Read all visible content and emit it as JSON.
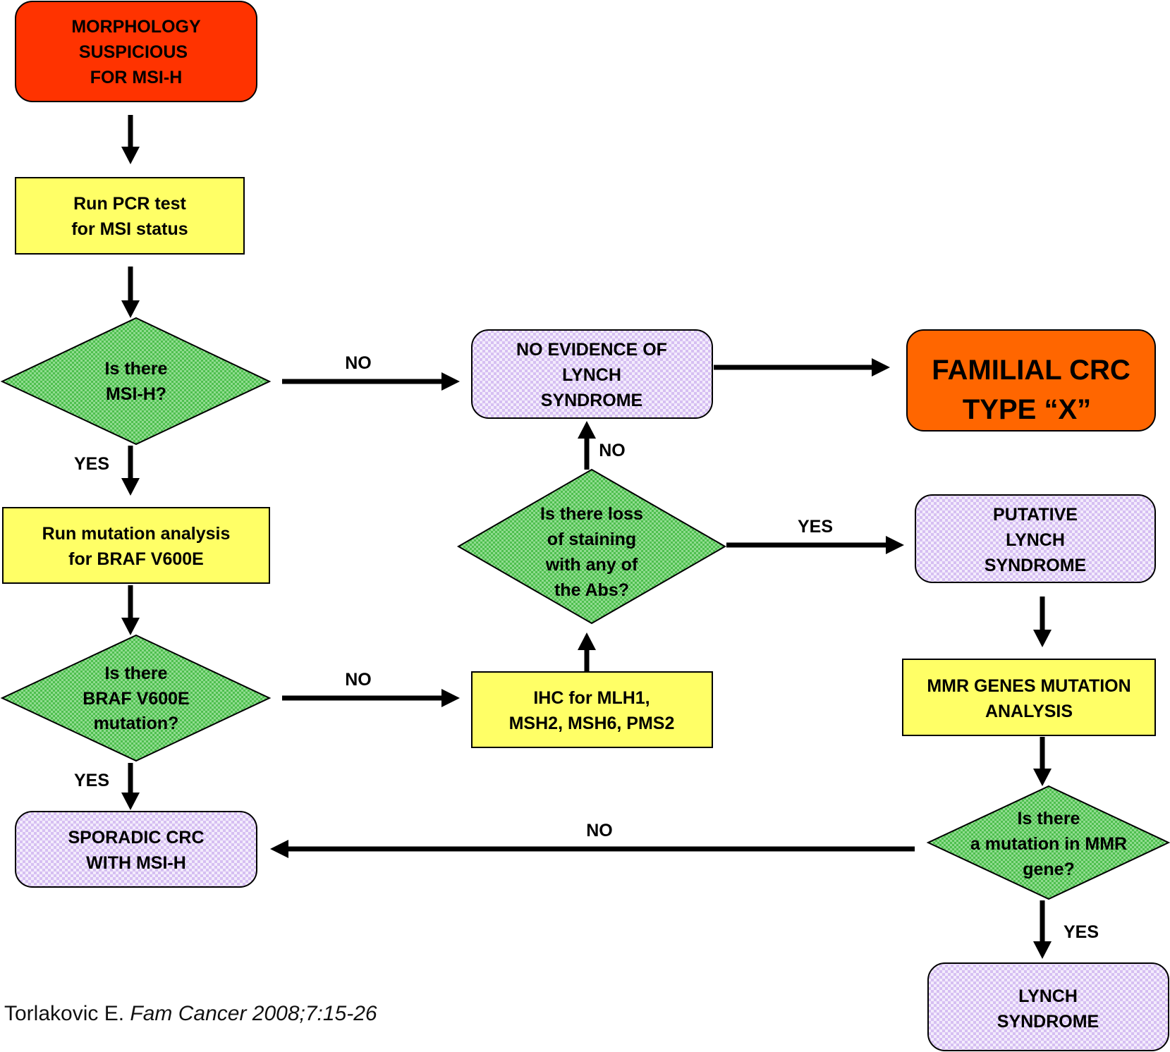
{
  "colors": {
    "start": "#ff3300",
    "process": "#ffff66",
    "decision": "#66cc66",
    "terminal": "#ccaaee",
    "familial": "#ff6600",
    "arrow": "#000000"
  },
  "nodes": {
    "start": {
      "lines": [
        "MORPHOLOGY",
        "SUSPICIOUS",
        "FOR MSI-H"
      ]
    },
    "pcr": {
      "lines": [
        "Run PCR test",
        "for MSI status"
      ]
    },
    "msih_q": {
      "lines": [
        "Is there",
        "MSI-H?"
      ]
    },
    "braf_run": {
      "lines": [
        "Run mutation analysis",
        "for BRAF V600E"
      ]
    },
    "braf_q": {
      "lines": [
        "Is there",
        "BRAF V600E",
        "mutation?"
      ]
    },
    "sporadic": {
      "lines": [
        "SPORADIC CRC",
        "WITH MSI-H"
      ]
    },
    "no_lynch": {
      "lines": [
        "NO EVIDENCE OF",
        "LYNCH",
        "SYNDROME"
      ]
    },
    "familial": {
      "lines": [
        "FAMILIAL CRC",
        "TYPE “X”"
      ]
    },
    "loss_q": {
      "lines": [
        "Is there loss",
        "of staining",
        "with any of",
        "the Abs?"
      ]
    },
    "ihc": {
      "lines": [
        "IHC for MLH1,",
        "MSH2, MSH6, PMS2"
      ]
    },
    "putative": {
      "lines": [
        "PUTATIVE",
        "LYNCH",
        "SYNDROME"
      ]
    },
    "mmr": {
      "lines": [
        "MMR GENES MUTATION",
        "ANALYSIS"
      ]
    },
    "mmr_q": {
      "lines": [
        "Is there",
        "a mutation in MMR",
        "gene?"
      ]
    },
    "lynch": {
      "lines": [
        "LYNCH",
        "SYNDROME"
      ]
    }
  },
  "edge_labels": {
    "msih_no": "NO",
    "msih_yes": "YES",
    "braf_no": "NO",
    "braf_yes": "YES",
    "loss_no": "NO",
    "loss_yes": "YES",
    "mmr_no": "NO",
    "mmr_yes": "YES"
  },
  "citation": {
    "author": "Torlakovic E. ",
    "source": "Fam Cancer 2008;7:15-26"
  }
}
